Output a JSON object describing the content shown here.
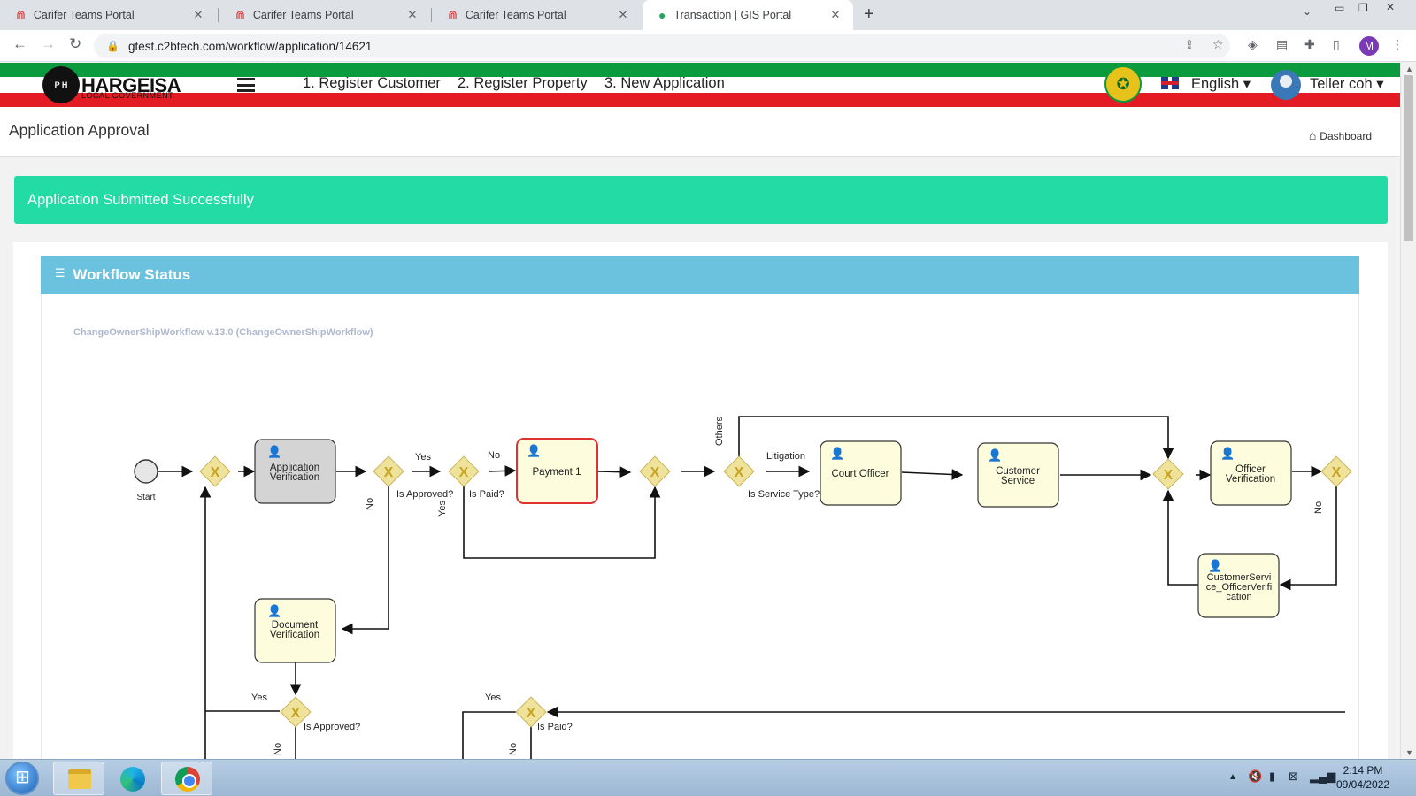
{
  "browser": {
    "tabs": [
      {
        "title": "Carifer Teams Portal",
        "active": false
      },
      {
        "title": "Carifer Teams Portal",
        "active": false
      },
      {
        "title": "Carifer Teams Portal",
        "active": false
      },
      {
        "title": "Transaction | GIS Portal",
        "active": true
      }
    ],
    "url": "gtest.c2btech.com/workflow/application/14621",
    "profile_initial": "M"
  },
  "header": {
    "logo_title": "HARGEISA",
    "logo_subtitle": "LOCAL GOVERNMENT",
    "logo_mark": "P H",
    "nav": [
      "1. Register Customer",
      "2. Register Property",
      "3. New Application"
    ],
    "language": "English ▾",
    "user": "Teller coh ▾"
  },
  "page": {
    "title": "Application Approval",
    "breadcrumb": "Dashboard"
  },
  "alert": {
    "message": "Application Submitted Successfully",
    "color": "#22dba5"
  },
  "workflow": {
    "heading": "Workflow Status",
    "caption": "ChangeOwnerShipWorkflow v.13.0 (ChangeOwnerShipWorkflow)",
    "tasks": {
      "app_verification": [
        "Application",
        "Verification"
      ],
      "payment1": [
        "Payment 1"
      ],
      "court_officer": [
        "Court Officer"
      ],
      "customer_service": [
        "Customer",
        "Service"
      ],
      "officer_verification": [
        "Officer",
        "Verification"
      ],
      "cs_officer_verification": [
        "CustomerServi",
        "ce_OfficerVerifi",
        "cation"
      ],
      "document_verification": [
        "Document",
        "Verification"
      ]
    },
    "labels": {
      "start": "Start",
      "yes": "Yes",
      "no": "No",
      "is_approved": "Is Approved?",
      "is_paid": "Is Paid?",
      "others": "Others",
      "litigation": "Litigation",
      "is_service_type": "Is Service Type?"
    },
    "gateway_mark": "X",
    "colors": {
      "task_fill": "#fdfdde",
      "completed_fill": "#d4d4d4",
      "active_border": "#e03030",
      "gateway_fill": "#efe29a",
      "gateway_mark": "#c7a320"
    }
  },
  "taskbar": {
    "time": "2:14 PM",
    "date": "09/04/2022"
  }
}
